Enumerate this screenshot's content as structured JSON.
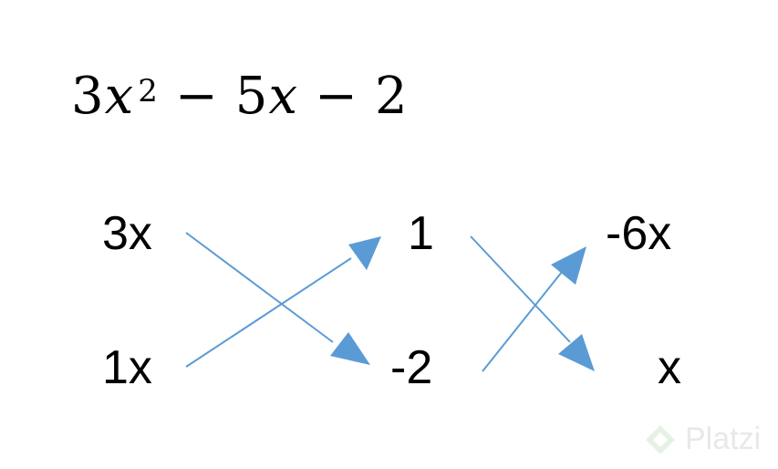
{
  "equation": {
    "coef_a": "3",
    "var": "x",
    "exp": "2",
    "minus1": "−",
    "coef_b": "5",
    "minus2": "−",
    "const": "2"
  },
  "terms": {
    "left_top": "3x",
    "left_bottom": "1x",
    "mid_top": "1",
    "mid_bottom": "-2",
    "right_top": "-6x",
    "right_bottom": "x"
  },
  "colors": {
    "arrow": "#5b9bd5",
    "text": "#000000"
  },
  "watermark": {
    "icon": "platzi-logo-icon",
    "label": "Platzi"
  }
}
